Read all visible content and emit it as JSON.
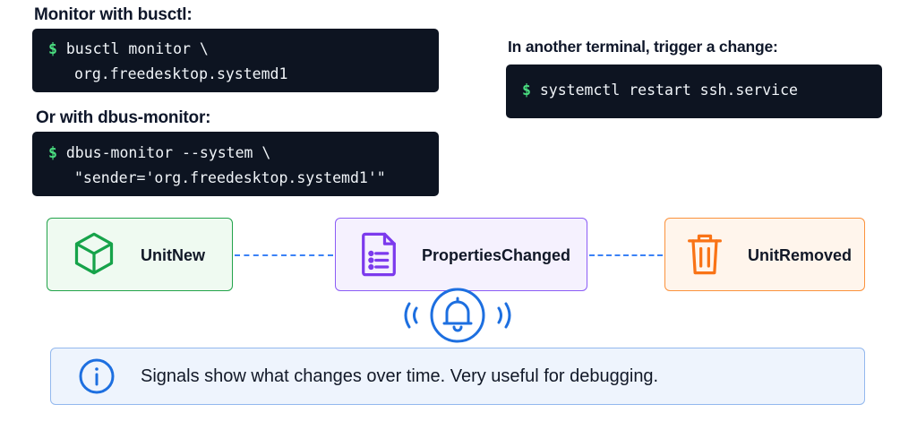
{
  "busctl": {
    "heading": "Monitor with busctl:",
    "prompt": "$",
    "line1": "busctl monitor \\",
    "line2": "org.freedesktop.systemd1"
  },
  "dbus": {
    "heading": "Or with dbus-monitor:",
    "prompt": "$",
    "line1": "dbus-monitor --system \\",
    "line2": "\"sender='org.freedesktop.systemd1'\""
  },
  "trigger": {
    "heading": "In another terminal, trigger a change:",
    "prompt": "$",
    "line1": "systemctl restart ssh.service"
  },
  "signals": [
    {
      "label": "UnitNew",
      "icon": "cube-icon",
      "color": "#16a34a"
    },
    {
      "label": "PropertiesChanged",
      "icon": "document-list-icon",
      "color": "#7c3aed"
    },
    {
      "label": "UnitRemoved",
      "icon": "trash-icon",
      "color": "#f97316"
    }
  ],
  "bell": {
    "icon": "bell-icon",
    "color": "#1d6fe0"
  },
  "info": {
    "icon": "info-icon",
    "text": "Signals show what changes over time. Very useful for debugging."
  }
}
